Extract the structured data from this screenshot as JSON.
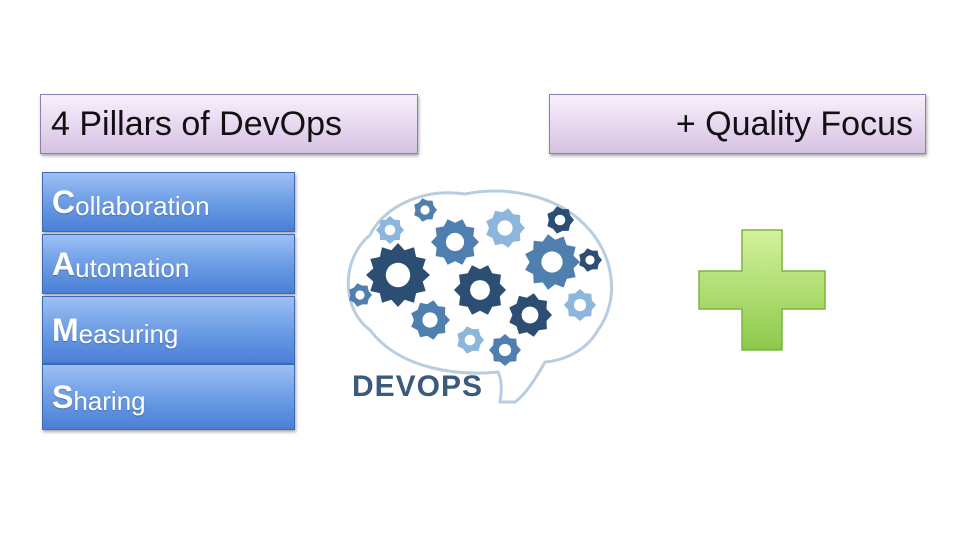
{
  "titles": {
    "left": "4 Pillars of DevOps",
    "right": "+ Quality Focus"
  },
  "pillars": [
    {
      "initial": "C",
      "rest": "ollaboration"
    },
    {
      "initial": "A",
      "rest": "utomation"
    },
    {
      "initial": "M",
      "rest": "easuring"
    },
    {
      "initial": "S",
      "rest": "haring"
    }
  ],
  "logo": {
    "text": "DEVOPS",
    "icon": "brain-gears-icon",
    "colors": {
      "dark": "#2d4e73",
      "mid": "#4f7fae",
      "light": "#8db6dc"
    }
  },
  "plus_icon": {
    "icon": "plus-icon",
    "colors": {
      "light": "#cfee95",
      "dark": "#86c442"
    }
  }
}
